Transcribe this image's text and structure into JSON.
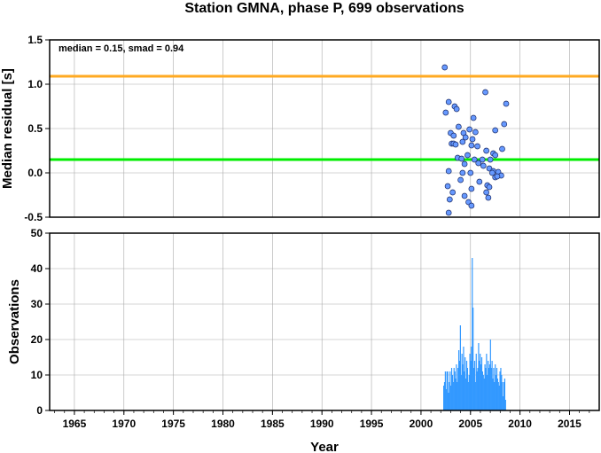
{
  "chart_data": [
    {
      "type": "scatter",
      "title": "Station GMNA, phase P, 699 observations",
      "ylabel": "Median residual [s]",
      "annotation": "median = 0.15, smad = 0.94",
      "xlim": [
        1962.5,
        2018
      ],
      "ylim": [
        -0.5,
        1.5
      ],
      "yticks": [
        "1.5",
        "1.0",
        "0.5",
        "0.0",
        "-0.5"
      ],
      "grid": true,
      "colors": {
        "points": "#6699ff",
        "median_line": "#00ee00",
        "upper_line": "#ffaa22"
      },
      "hlines": [
        {
          "y": 1.09,
          "color": "#ffaa22"
        },
        {
          "y": 0.15,
          "color": "#00ee00"
        }
      ],
      "points": [
        [
          2002.4,
          1.19
        ],
        [
          2006.5,
          0.91
        ],
        [
          2008.6,
          0.78
        ],
        [
          2002.8,
          0.8
        ],
        [
          2003.4,
          0.75
        ],
        [
          2003.6,
          0.72
        ],
        [
          2002.5,
          0.68
        ],
        [
          2005.3,
          0.62
        ],
        [
          2008.4,
          0.55
        ],
        [
          2003.8,
          0.52
        ],
        [
          2004.9,
          0.49
        ],
        [
          2005.5,
          0.46
        ],
        [
          2007.5,
          0.48
        ],
        [
          2003.0,
          0.45
        ],
        [
          2003.3,
          0.42
        ],
        [
          2004.3,
          0.45
        ],
        [
          2004.5,
          0.4
        ],
        [
          2005.2,
          0.38
        ],
        [
          2004.2,
          0.35
        ],
        [
          2003.1,
          0.33
        ],
        [
          2003.3,
          0.33
        ],
        [
          2003.5,
          0.32
        ],
        [
          2005.1,
          0.31
        ],
        [
          2005.7,
          0.3
        ],
        [
          2008.2,
          0.27
        ],
        [
          2006.6,
          0.25
        ],
        [
          2007.3,
          0.22
        ],
        [
          2007.5,
          0.2
        ],
        [
          2004.7,
          0.2
        ],
        [
          2003.7,
          0.17
        ],
        [
          2004.1,
          0.16
        ],
        [
          2006.2,
          0.15
        ],
        [
          2005.4,
          0.15
        ],
        [
          2007.0,
          0.15
        ],
        [
          2004.4,
          0.1
        ],
        [
          2005.8,
          0.11
        ],
        [
          2006.3,
          0.08
        ],
        [
          2006.9,
          0.05
        ],
        [
          2007.3,
          0.02
        ],
        [
          2002.8,
          0.02
        ],
        [
          2004.2,
          0.0
        ],
        [
          2005.0,
          0.0
        ],
        [
          2007.8,
          0.01
        ],
        [
          2007.2,
          0.0
        ],
        [
          2008.1,
          -0.03
        ],
        [
          2007.5,
          -0.05
        ],
        [
          2007.7,
          -0.04
        ],
        [
          2004.0,
          -0.08
        ],
        [
          2005.9,
          -0.1
        ],
        [
          2006.7,
          -0.14
        ],
        [
          2002.7,
          -0.15
        ],
        [
          2006.9,
          -0.16
        ],
        [
          2005.1,
          -0.18
        ],
        [
          2006.6,
          -0.22
        ],
        [
          2003.2,
          -0.22
        ],
        [
          2004.4,
          -0.26
        ],
        [
          2006.8,
          -0.28
        ],
        [
          2002.9,
          -0.3
        ],
        [
          2004.8,
          -0.33
        ],
        [
          2005.1,
          -0.37
        ],
        [
          2002.8,
          -0.45
        ]
      ]
    },
    {
      "type": "bar",
      "ylabel": "Observations",
      "xlabel": "Year",
      "xlim": [
        1962.5,
        2018
      ],
      "ylim": [
        0,
        50
      ],
      "yticks": [
        "50",
        "40",
        "30",
        "20",
        "10",
        "0"
      ],
      "xticks": [
        "1965",
        "1970",
        "1975",
        "1980",
        "1985",
        "1990",
        "1995",
        "2000",
        "2005",
        "2010",
        "2015"
      ],
      "grid": true,
      "colors": {
        "bars": "#3399ff"
      },
      "bars": [
        [
          2002.3,
          7
        ],
        [
          2002.38,
          8
        ],
        [
          2002.46,
          11
        ],
        [
          2002.54,
          6
        ],
        [
          2002.62,
          11
        ],
        [
          2002.7,
          11
        ],
        [
          2002.78,
          5
        ],
        [
          2002.86,
          8
        ],
        [
          2002.94,
          11
        ],
        [
          2003.02,
          7
        ],
        [
          2003.1,
          12
        ],
        [
          2003.18,
          10
        ],
        [
          2003.26,
          8
        ],
        [
          2003.34,
          12
        ],
        [
          2003.42,
          11
        ],
        [
          2003.5,
          9
        ],
        [
          2003.58,
          13
        ],
        [
          2003.66,
          8
        ],
        [
          2003.74,
          12
        ],
        [
          2003.82,
          17
        ],
        [
          2003.9,
          14
        ],
        [
          2003.98,
          24
        ],
        [
          2004.06,
          10
        ],
        [
          2004.14,
          16
        ],
        [
          2004.22,
          13
        ],
        [
          2004.3,
          18
        ],
        [
          2004.38,
          11
        ],
        [
          2004.46,
          15
        ],
        [
          2004.54,
          9
        ],
        [
          2004.62,
          14
        ],
        [
          2004.7,
          12
        ],
        [
          2004.78,
          8
        ],
        [
          2004.86,
          10
        ],
        [
          2004.94,
          16
        ],
        [
          2005.02,
          14
        ],
        [
          2005.1,
          18
        ],
        [
          2005.18,
          43
        ],
        [
          2005.26,
          29
        ],
        [
          2005.34,
          12
        ],
        [
          2005.42,
          14
        ],
        [
          2005.5,
          8
        ],
        [
          2005.58,
          16
        ],
        [
          2005.66,
          11
        ],
        [
          2005.74,
          12
        ],
        [
          2005.82,
          19
        ],
        [
          2005.9,
          14
        ],
        [
          2005.98,
          16
        ],
        [
          2006.06,
          13
        ],
        [
          2006.14,
          15
        ],
        [
          2006.22,
          11
        ],
        [
          2006.3,
          10
        ],
        [
          2006.38,
          9
        ],
        [
          2006.46,
          13
        ],
        [
          2006.54,
          12
        ],
        [
          2006.62,
          16
        ],
        [
          2006.7,
          10
        ],
        [
          2006.78,
          14
        ],
        [
          2006.86,
          12
        ],
        [
          2006.94,
          13
        ],
        [
          2007.02,
          20
        ],
        [
          2007.1,
          12
        ],
        [
          2007.18,
          14
        ],
        [
          2007.26,
          9
        ],
        [
          2007.34,
          12
        ],
        [
          2007.42,
          8
        ],
        [
          2007.5,
          13
        ],
        [
          2007.58,
          10
        ],
        [
          2007.66,
          12
        ],
        [
          2007.74,
          9
        ],
        [
          2007.82,
          8
        ],
        [
          2007.9,
          7
        ],
        [
          2007.98,
          11
        ],
        [
          2008.06,
          12
        ],
        [
          2008.14,
          10
        ],
        [
          2008.22,
          8
        ],
        [
          2008.3,
          4
        ],
        [
          2008.38,
          8
        ],
        [
          2008.46,
          9
        ],
        [
          2008.54,
          3
        ]
      ]
    }
  ]
}
